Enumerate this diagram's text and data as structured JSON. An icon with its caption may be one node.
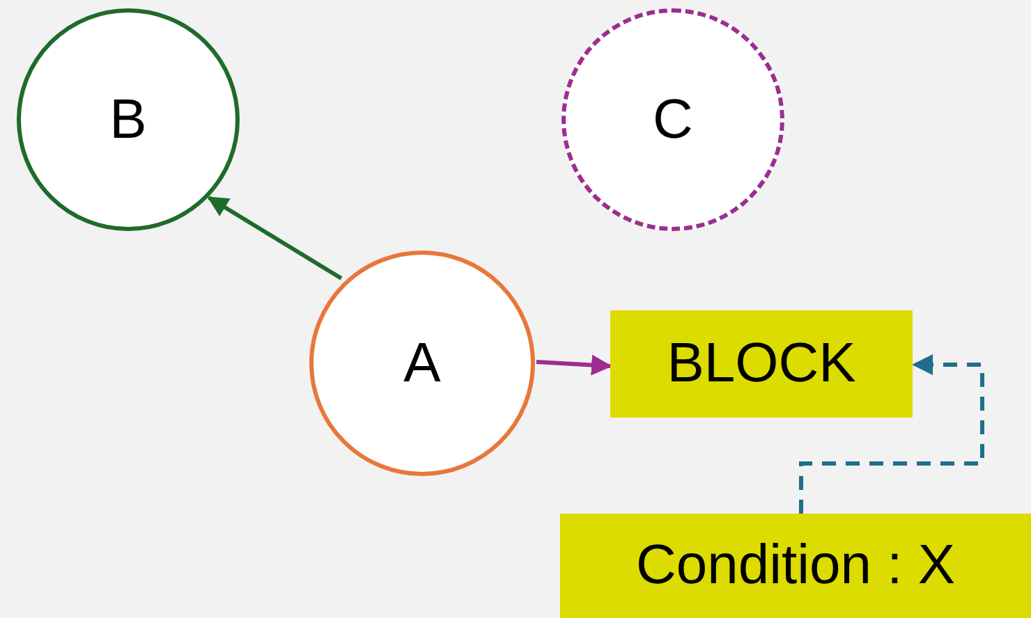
{
  "diagram": {
    "nodes": [
      {
        "text": [
          "B"
        ]
      },
      {
        "text": [
          "C"
        ]
      },
      {
        "text": [
          "A"
        ]
      },
      {
        "text": [
          "BLOCK"
        ]
      },
      {
        "text": [
          "Condition : X"
        ]
      }
    ],
    "edges": [
      {
        "from": 2,
        "to": 0,
        "arrow": "to",
        "color": "#1f6b2a"
      },
      {
        "from": 2,
        "to": 3,
        "arrow": "to",
        "color": "#9c2d91"
      },
      {
        "from": 4,
        "to": 3,
        "arrow": "to",
        "style": "dashed",
        "color": "#1f6e8c"
      }
    ]
  }
}
